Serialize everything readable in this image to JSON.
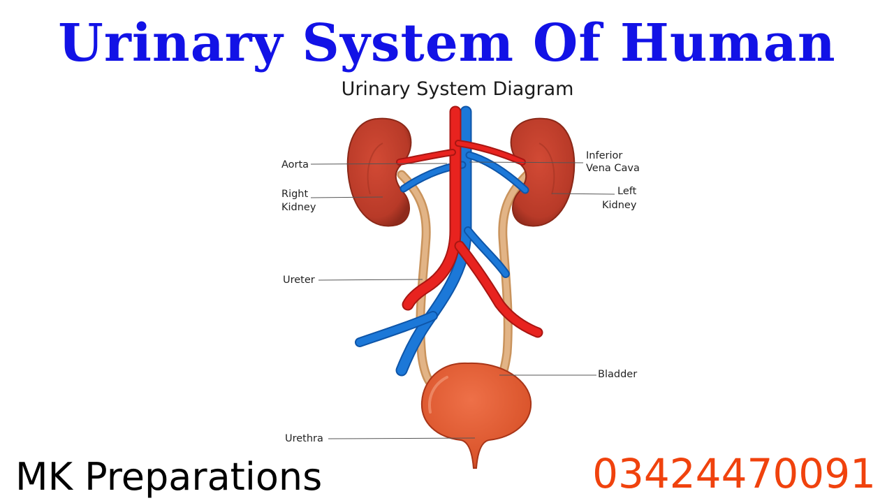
{
  "header": {
    "title": "Urinary System Of Human"
  },
  "diagram": {
    "title": "Urinary System Diagram",
    "labels": {
      "aorta": "Aorta",
      "right_kidney_1": "Right",
      "right_kidney_2": "Kidney",
      "ureter": "Ureter",
      "urethra": "Urethra",
      "inferior_1": "Inferior",
      "inferior_2": "Vena Cava",
      "left_kidney_1": "Left",
      "left_kidney_2": "Kidney",
      "bladder": "Bladder"
    },
    "colors": {
      "artery": "#e8231f",
      "vein": "#1c78d8",
      "kidney": "#c8412d",
      "ureter": "#d9a873",
      "bladder": "#e0552c"
    }
  },
  "footer": {
    "brand": "MK Preparations",
    "phone": "03424470091"
  }
}
